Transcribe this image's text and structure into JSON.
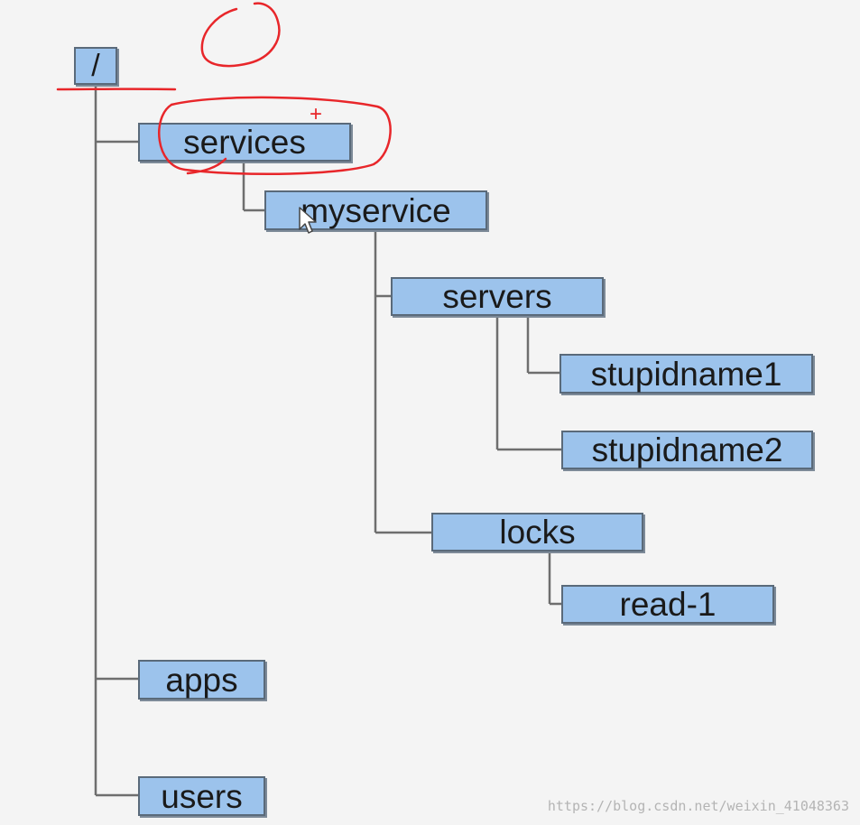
{
  "tree": {
    "root": "/",
    "services": "services",
    "myservice": "myservice",
    "servers": "servers",
    "stupidname1": "stupidname1",
    "stupidname2": "stupidname2",
    "locks": "locks",
    "read1": "read-1",
    "apps": "apps",
    "users": "users"
  },
  "annotations": {
    "plus_mark": "+",
    "color": "#e8262a"
  },
  "watermark": "https://blog.csdn.net/weixin_41048363",
  "colors": {
    "node_fill": "#9cc3ec",
    "node_border": "#5a6a7a",
    "line": "#6e6e6e"
  }
}
